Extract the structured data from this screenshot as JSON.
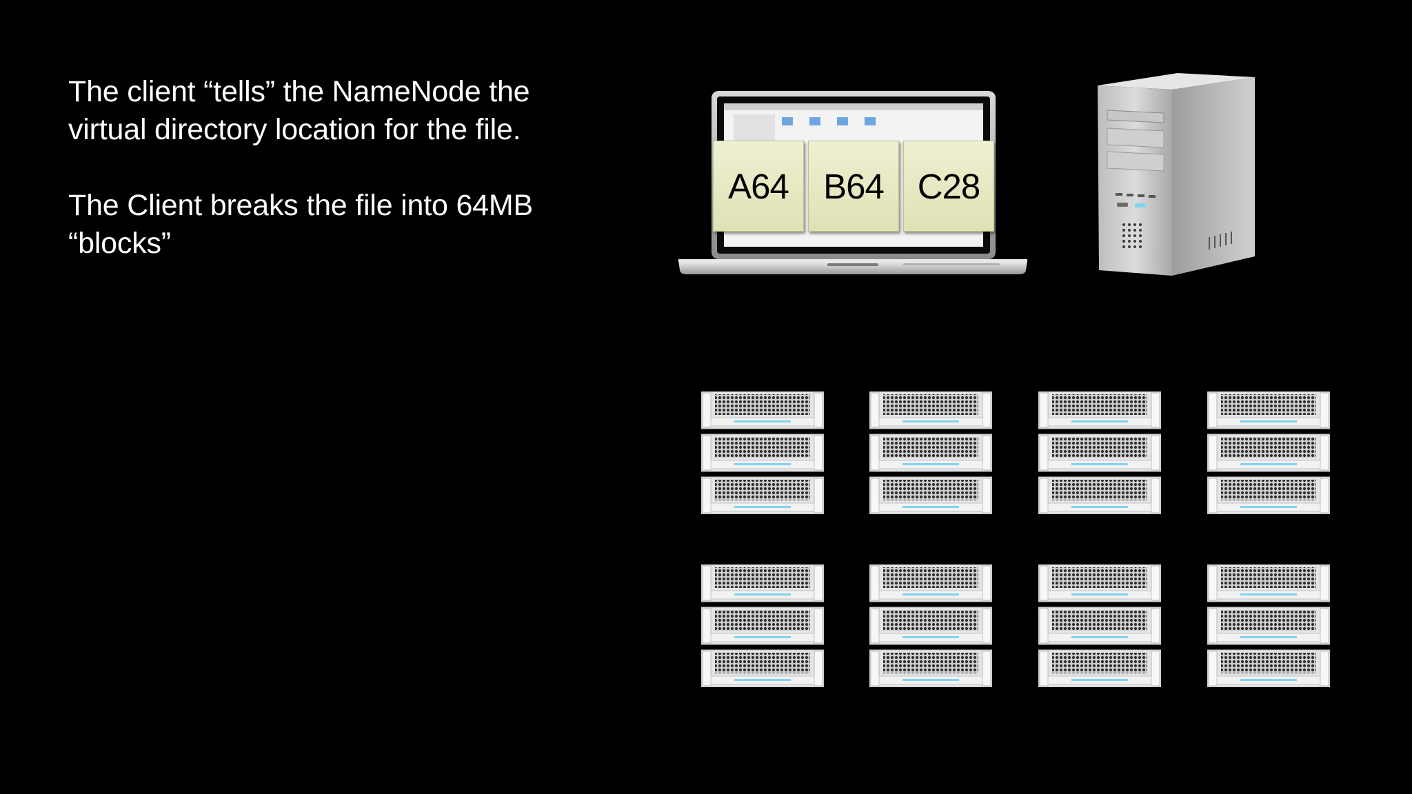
{
  "text": {
    "paragraph1": "The client “tells” the NameNode the virtual directory location for the file.",
    "paragraph2": "The Client breaks the file into 64MB “blocks”"
  },
  "blocks": [
    {
      "label": "A64"
    },
    {
      "label": "B64"
    },
    {
      "label": "C28"
    }
  ],
  "icons": {
    "client": "laptop-icon",
    "namenode": "tower-server-icon",
    "datanode": "rack-server-icon"
  },
  "colors": {
    "background": "#000000",
    "text": "#ffffff",
    "block_fill": "#e6e8c4",
    "server_accent": "#7fd3f0"
  }
}
